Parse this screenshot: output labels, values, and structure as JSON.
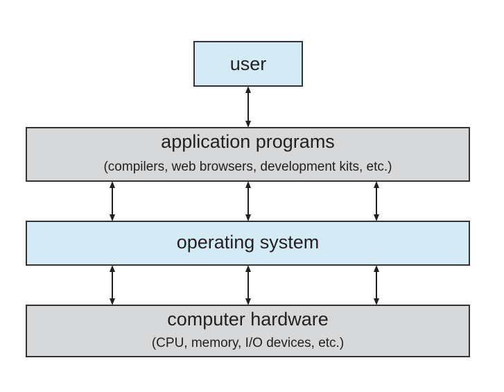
{
  "diagram": {
    "user": {
      "label": "user"
    },
    "application": {
      "label": "application programs",
      "sublabel": "(compilers, web browsers, development kits, etc.)"
    },
    "os": {
      "label": "operating system"
    },
    "hardware": {
      "label": "computer hardware",
      "sublabel": "(CPU, memory, I/O devices, etc.)"
    }
  },
  "colors": {
    "blue_box": "#d4ebf6",
    "gray_box": "#d7d8da",
    "border": "#333333",
    "arrow": "#231f20"
  },
  "connections": [
    {
      "from": "user",
      "to": "application",
      "type": "bidirectional"
    },
    {
      "from": "application",
      "to": "os",
      "type": "bidirectional",
      "count": 3
    },
    {
      "from": "os",
      "to": "hardware",
      "type": "bidirectional",
      "count": 3
    }
  ]
}
